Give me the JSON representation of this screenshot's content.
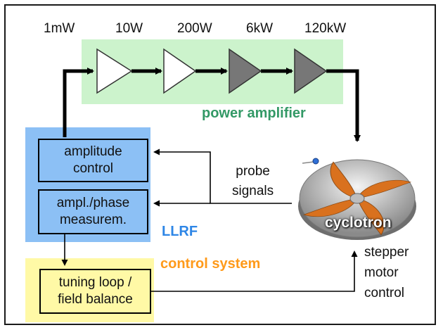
{
  "power_levels": [
    "1mW",
    "10W",
    "200W",
    "6kW",
    "120kW"
  ],
  "labels": {
    "power_amplifier": "power amplifier",
    "llrf": "LLRF",
    "control_system": "control system",
    "probe_signals": "probe\nsignals",
    "stepper_motor": "stepper\nmotor\ncontrol",
    "cyclotron": "cyclotron"
  },
  "boxes": {
    "amplitude_control": "amplitude\ncontrol",
    "measurement": "ampl./phase\nmeasurem.",
    "tuning": "tuning loop /\nfield balance"
  },
  "colors": {
    "power_label": "#339966",
    "llrf_label": "#2e86e6",
    "control_label": "#ff9a1a",
    "green_panel": "#ccf3cc",
    "blue_panel": "#8cc0f5",
    "yellow_panel": "#fff9a6",
    "amplifier_light": "#ffffff",
    "amplifier_dark": "#777777",
    "cyclotron_orange": "#d9711e"
  },
  "amplifier_stages": [
    {
      "fill": "light"
    },
    {
      "fill": "light"
    },
    {
      "fill": "dark"
    },
    {
      "fill": "dark"
    }
  ]
}
